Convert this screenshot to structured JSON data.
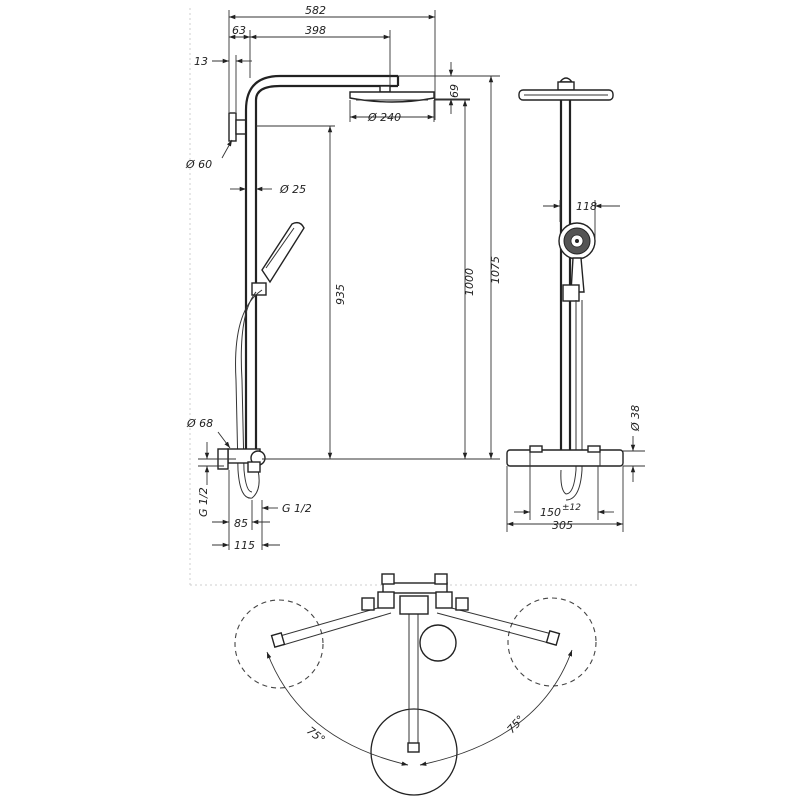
{
  "dimensions": {
    "d582": "582",
    "d63": "63",
    "d398": "398",
    "d13": "13",
    "d69": "69",
    "d240": "Ø 240",
    "d60": "Ø 60",
    "d25": "Ø 25",
    "d935": "935",
    "d1000": "1000",
    "d1075": "1075",
    "d68": "Ø 68",
    "dG12left": "G 1/2",
    "dG12right": "G 1/2",
    "d85": "85",
    "d115": "115",
    "d118": "118",
    "d38": "Ø 38",
    "d150": "150",
    "d150tol": "±12",
    "d305": "305",
    "angleLeft": "75°",
    "angleRight": "75°"
  }
}
